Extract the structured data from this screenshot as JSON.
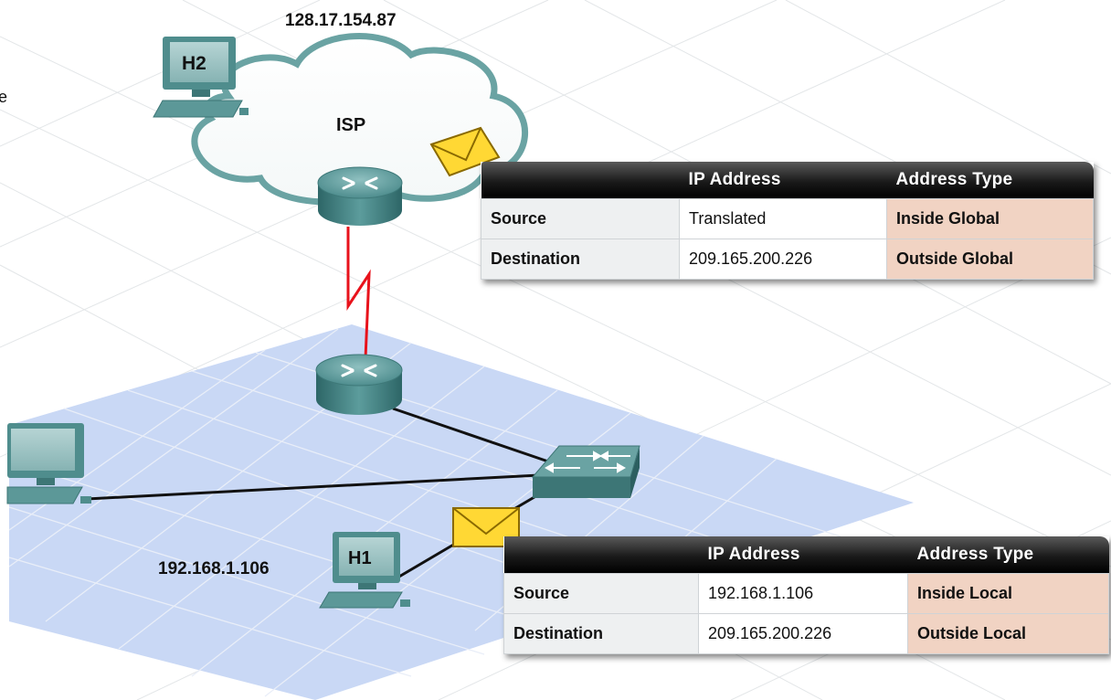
{
  "labels": {
    "isp": "ISP",
    "global_ip": "128.17.154.87",
    "h1_ip": "192.168.1.106",
    "edge_fragment": "e"
  },
  "hosts": {
    "h2": "H2",
    "h1": "H1"
  },
  "tables": {
    "top": {
      "headers": [
        "",
        "IP Address",
        "Address Type"
      ],
      "rows": [
        {
          "label": "Source",
          "ip": "Translated",
          "type": "Inside Global"
        },
        {
          "label": "Destination",
          "ip": "209.165.200.226",
          "type": "Outside Global"
        }
      ]
    },
    "bottom": {
      "headers": [
        "",
        "IP Address",
        "Address Type"
      ],
      "rows": [
        {
          "label": "Source",
          "ip": "192.168.1.106",
          "type": "Inside Local"
        },
        {
          "label": "Destination",
          "ip": "209.165.200.226",
          "type": "Outside Local"
        }
      ]
    }
  },
  "colors": {
    "lan_floor": "#c9d8f5",
    "wan_link": "#e8121b",
    "device_teal": "#4f8d8d",
    "address_type_cell": "#f1d3c3",
    "envelope": "#ffd834"
  },
  "icons": [
    "cloud-icon",
    "router-icon",
    "switch-icon",
    "computer-icon",
    "envelope-icon"
  ]
}
